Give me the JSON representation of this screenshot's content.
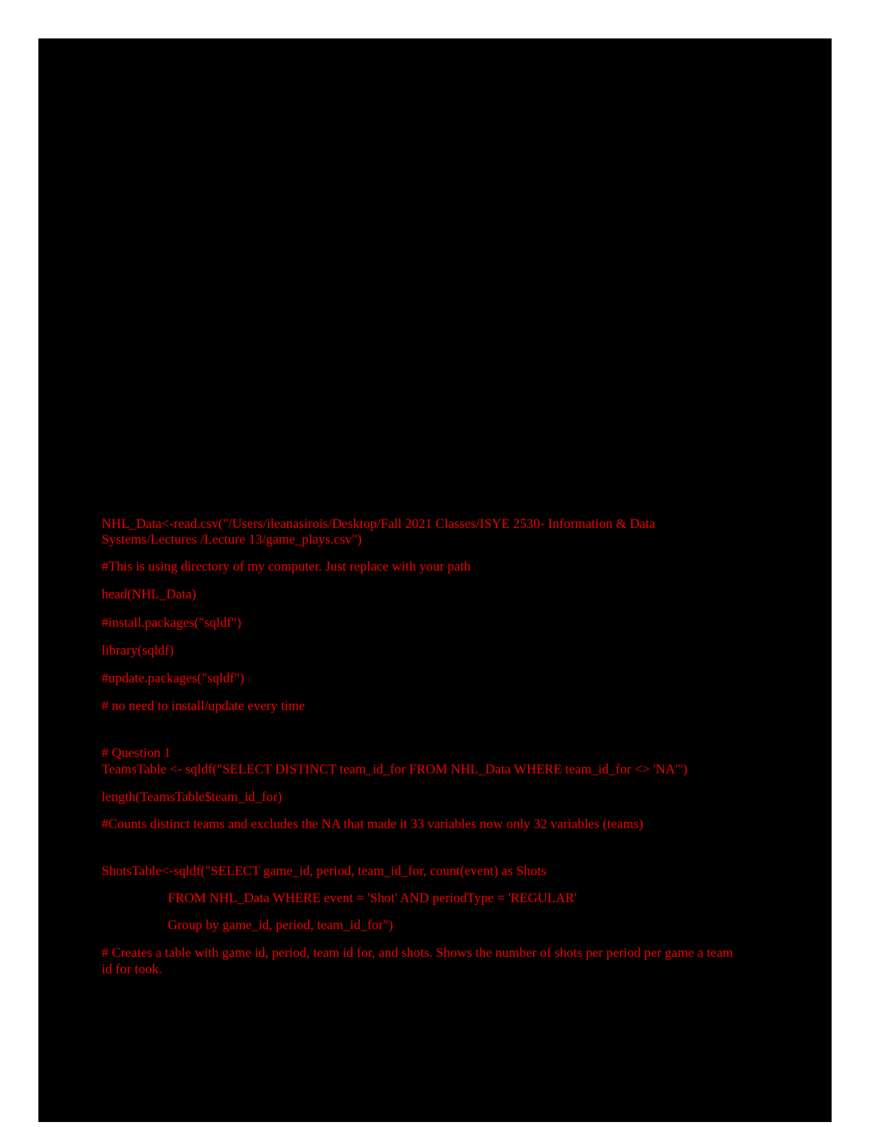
{
  "page": {
    "background_color": "#ffffff",
    "canvas_background_color": "#000000",
    "text_color": "#f00000"
  },
  "document": {
    "lines": [
      {
        "text": "NHL_Data<-read.csv(\"/Users/ileanasirois/Desktop/Fall 2021 Classes/ISYE 2530- Information & Data"
      },
      {
        "text": "Systems/Lectures /Lecture 13/game_plays.csv\")"
      },
      {
        "text": "#This is using directory of my computer. Just replace with your path"
      },
      {
        "text": "head(NHL_Data)"
      },
      {
        "text": "#install.packages(\"sqldf\")"
      },
      {
        "text": "library(sqldf)"
      },
      {
        "text": "#update.packages(\"sqldf\")"
      },
      {
        "text": "# no need to install/update every time"
      },
      {
        "text": "# Question 1"
      },
      {
        "text": "TeamsTable <- sqldf(\"SELECT DISTINCT team_id_for FROM NHL_Data WHERE team_id_for <> 'NA'\")"
      },
      {
        "text": "length(TeamsTable$team_id_for)"
      },
      {
        "text": "#Counts distinct teams and excludes the NA that made it 33 variables now only 32 variables (teams)"
      },
      {
        "text": "ShotsTable<-sqldf(\"SELECT game_id, period, team_id_for, count(event) as Shots"
      },
      {
        "text": "FROM NHL_Data WHERE event = 'Shot' AND periodType = 'REGULAR'"
      },
      {
        "text": "Group by game_id, period, team_id_for\")"
      },
      {
        "text": "# Creates a table with game id, period, team id for, and shots. Shows the number of shots per period per game a team"
      },
      {
        "text": "id for took."
      }
    ]
  }
}
